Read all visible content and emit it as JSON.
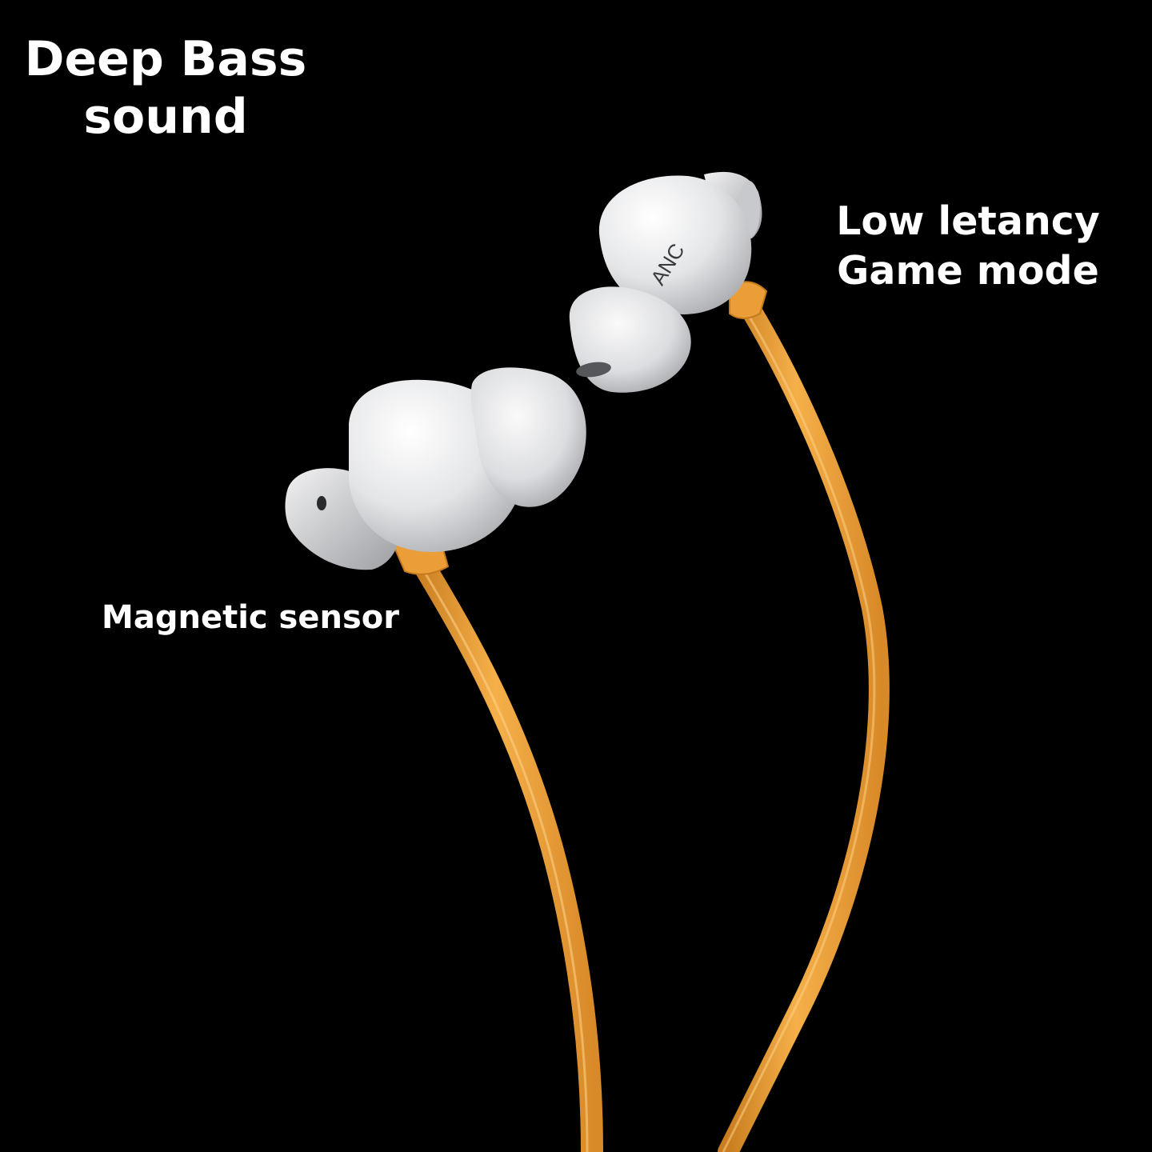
{
  "image": {
    "background_color": "#000000",
    "cable_color": "#f0a43a",
    "earbud_color": "#e8e9eb"
  },
  "captions": {
    "deep_bass": {
      "line1": "Deep Bass",
      "line2": "sound"
    },
    "low_latency": {
      "line1": "Low letancy",
      "line2": "Game mode"
    },
    "magnetic": "Magnetic sensor"
  },
  "earbud_label": "ANC"
}
